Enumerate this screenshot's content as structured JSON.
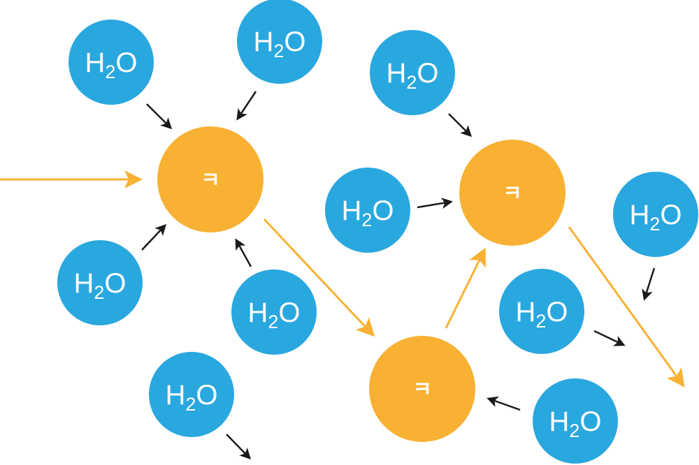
{
  "colors": {
    "water": "#29a7df",
    "ion": "#f8b133",
    "ion_path": "#f8b133",
    "water_arrow": "#1a1a1a",
    "background": "#ffffff"
  },
  "water_molecule": {
    "main": "H",
    "subscript": "2",
    "tail": "O"
  },
  "ion_symbol": "ㅋ"
}
